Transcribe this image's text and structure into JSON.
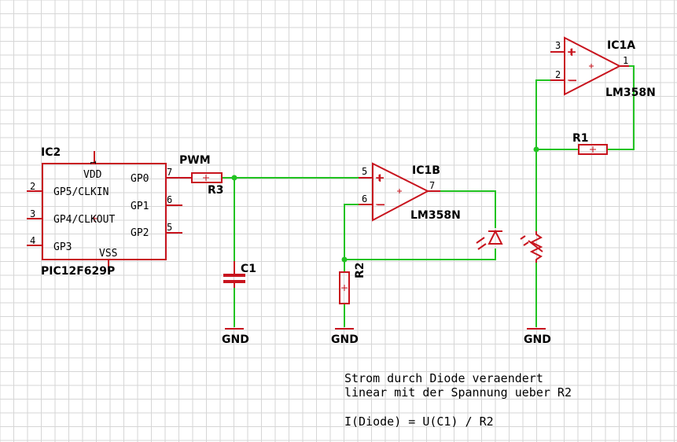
{
  "colors": {
    "grid": "#d6d6d6",
    "wire": "#22c322",
    "part": "#c8141e",
    "text": "#000000",
    "background": "#ffffff"
  },
  "ic2": {
    "name": "IC2",
    "value": "PIC12F629P",
    "pins": {
      "vdd": "VDD",
      "gp5": "GP5/CLKIN",
      "gp4": "GP4/CLKOUT",
      "gp3": "GP3",
      "vss": "VSS",
      "gp0": "GP0",
      "gp1": "GP1",
      "gp2": "GP2"
    },
    "pin_numbers": {
      "p1": "1",
      "p2": "2",
      "p3": "3",
      "p4": "4",
      "p5": "5",
      "p6": "6",
      "p7": "7"
    }
  },
  "pwm_label": "PWM",
  "r3": {
    "name": "R3"
  },
  "c1": {
    "name": "C1"
  },
  "r2": {
    "name": "R2"
  },
  "r1": {
    "name": "R1"
  },
  "ic1b": {
    "name": "IC1B",
    "value": "LM358N",
    "pin_plus": "5",
    "pin_minus": "6",
    "pin_out": "7"
  },
  "ic1a": {
    "name": "IC1A",
    "value": "LM358N",
    "pin_plus": "3",
    "pin_minus": "2",
    "pin_out": "1"
  },
  "gnd": {
    "g1": "GND",
    "g2": "GND",
    "g3": "GND"
  },
  "notes": {
    "line1": "Strom durch Diode veraendert",
    "line2": "linear mit der Spannung ueber R2",
    "line3": "I(Diode) = U(C1) / R2"
  }
}
